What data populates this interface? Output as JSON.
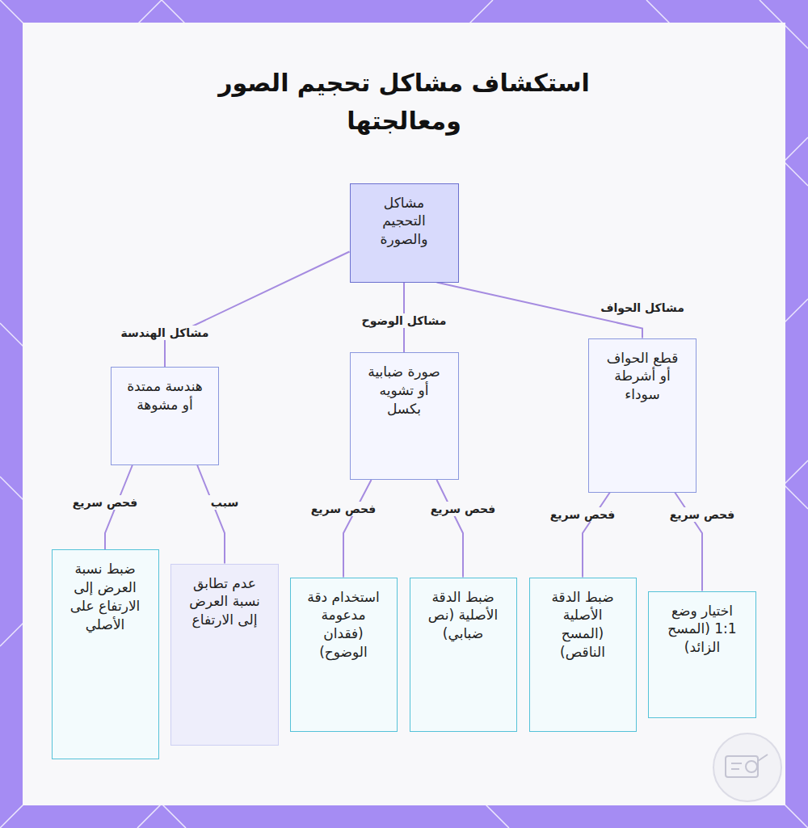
{
  "diagram": {
    "title": "استكشاف مشاكل تحجيم الصور ومعالجتها",
    "nodes": [
      {
        "text": [
          "مشاكل التحجيم والصورة"
        ]
      },
      {
        "text": [
          "قطع الحواف أو أشرطة سوداء"
        ]
      },
      {
        "text": [
          "صورة ضبابية أو تشويه بكسل"
        ]
      },
      {
        "text": [
          "هندسة ممتدة أو مشوهة"
        ]
      },
      {
        "text": [
          "اختيار وضع 1:1 (المسح الزائد)"
        ]
      },
      {
        "text": [
          "ضبط الدقة الأصلية (المسح الناقص)"
        ]
      },
      {
        "text": [
          "ضبط الدقة الأصلية (نص ضبابي)"
        ]
      },
      {
        "text": [
          "استخدام دقة مدعومة (فقدان الوضوح)"
        ]
      },
      {
        "text": [
          "عدم تطابق نسبة العرض إلى الارتفاع"
        ]
      },
      {
        "text": [
          "ضبط نسبة العرض إلى الارتفاع على الأصلي"
        ]
      }
    ],
    "edges": [
      {
        "from": 0,
        "to": 1,
        "label": "مشاكل الحواف",
        "arrow": "none"
      },
      {
        "from": 0,
        "to": 2,
        "label": "مشاكل الوضوح",
        "arrow": "none"
      },
      {
        "from": 0,
        "to": 3,
        "label": "مشاكل الهندسة",
        "arrow": "none"
      },
      {
        "from": 1,
        "to": 4,
        "label": "فحص سريع",
        "arrow": "none"
      },
      {
        "from": 1,
        "to": 5,
        "label": "فحص سريع",
        "arrow": "none"
      },
      {
        "from": 2,
        "to": 6,
        "label": "فحص سريع",
        "arrow": "none"
      },
      {
        "from": 2,
        "to": 7,
        "label": "فحص سريع",
        "arrow": "none"
      },
      {
        "from": 3,
        "to": 8,
        "label": "سبب",
        "arrow": "none"
      },
      {
        "from": 3,
        "to": 9,
        "label": "فحص سريع",
        "arrow": "none"
      }
    ]
  }
}
